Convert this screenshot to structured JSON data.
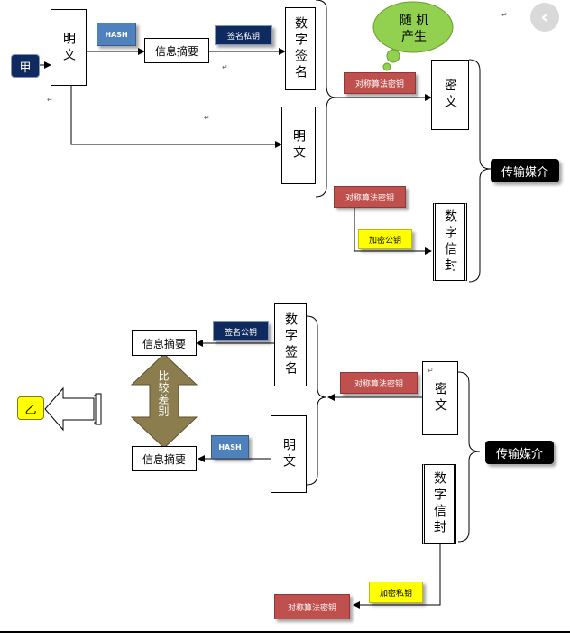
{
  "sender": {
    "party": "甲",
    "plaintext1": "明文",
    "hash_label": "HASH",
    "digest": "信息摘要",
    "sign_key_label": "签名私钥",
    "signature": "数字签名",
    "random_cloud": [
      "随 机",
      "产生"
    ],
    "symkey_label_1": "对称算法密钥",
    "ciphertext": "密文",
    "plaintext2": "明文",
    "symkey_label_2": "对称算法密钥",
    "encrypt_pubkey_label": "加密公钥",
    "envelope": "数字信封",
    "medium": "传输媒介"
  },
  "receiver": {
    "party": "乙",
    "digest_top": "信息摘要",
    "verify_key_label": "签名公钥",
    "signature": "数字签名",
    "compare_label": "比较差别",
    "symkey_label_1": "对称算法密钥",
    "ciphertext": "密文",
    "digest_bottom": "信息摘要",
    "hash_label": "HASH",
    "plaintext": "明文",
    "envelope": "数字信封",
    "medium": "传输媒介",
    "decrypt_privkey_label": "加密私钥",
    "symkey_label_2": "对称算法密钥"
  },
  "icons": {
    "back": "‹",
    "paragraph_mark": "↵"
  },
  "colors": {
    "navy": "#0f2a5e",
    "blue": "#4f81bd",
    "red": "#c0504d",
    "yellow": "#ffff00",
    "green": "#92d050",
    "olive": "#8c7d4e"
  }
}
